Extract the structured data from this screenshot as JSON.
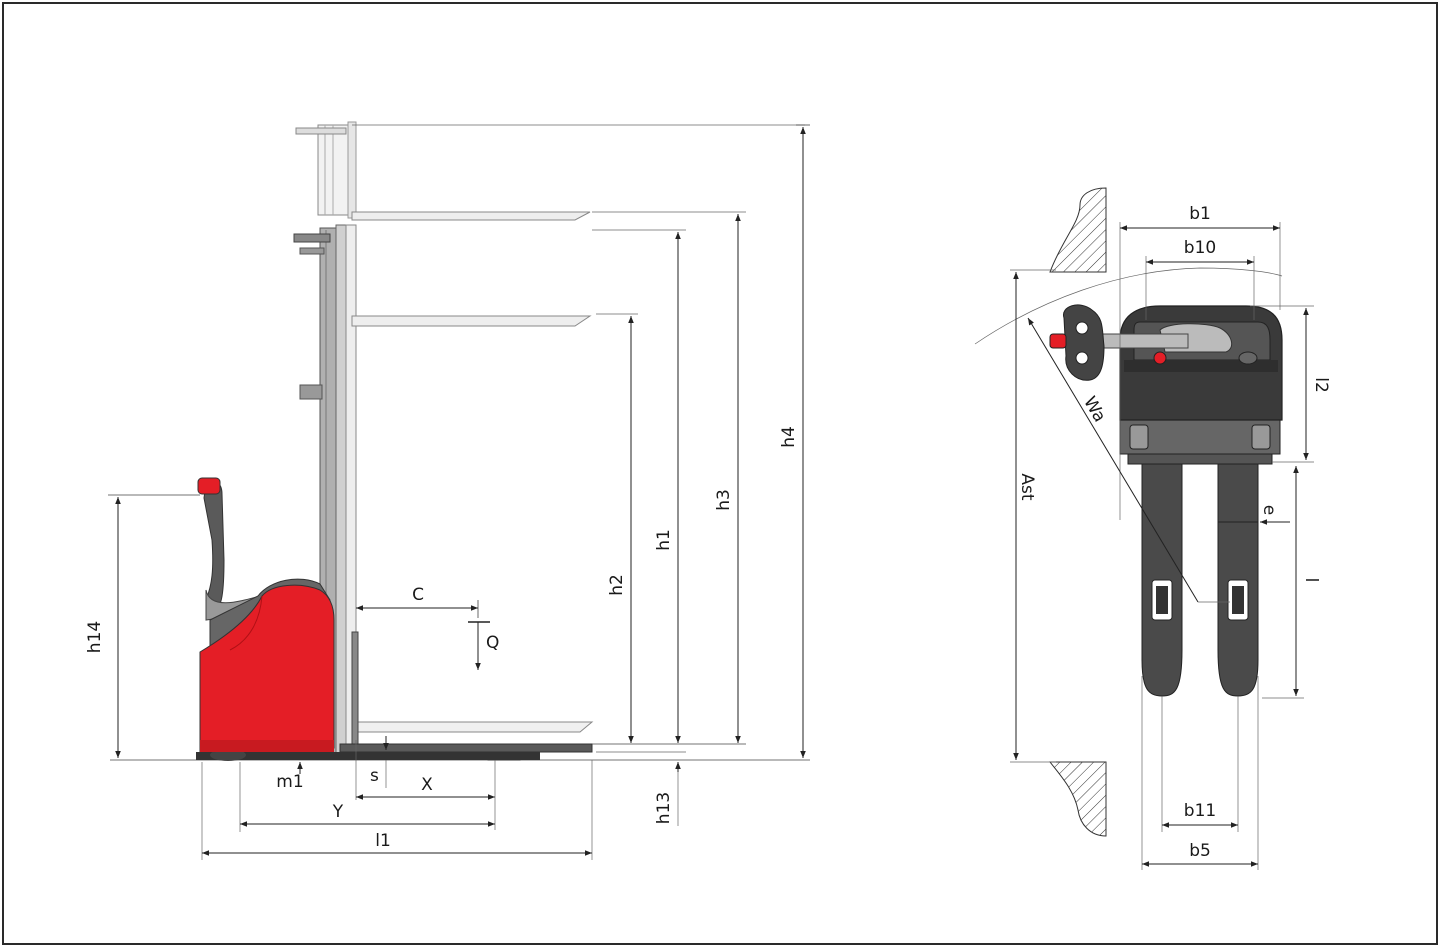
{
  "colors": {
    "truck_red": "#e41e26",
    "truck_dark": "#3a3a3a",
    "mast_grey": "#9a9a9a",
    "fork_grey": "#4a4a4a"
  },
  "side_view": {
    "labels": {
      "h4": "h4",
      "h3": "h3",
      "h1": "h1",
      "h2": "h2",
      "h14": "h14",
      "h13": "h13",
      "C": "C",
      "Q": "Q",
      "s": "s",
      "X": "X",
      "m1": "m1",
      "Y": "Y",
      "l1": "l1"
    }
  },
  "top_view": {
    "labels": {
      "b1": "b1",
      "b10": "b10",
      "l2": "l2",
      "Wa": "Wa",
      "Ast": "Ast",
      "e": "e",
      "l": "l",
      "b11": "b11",
      "b5": "b5"
    }
  }
}
